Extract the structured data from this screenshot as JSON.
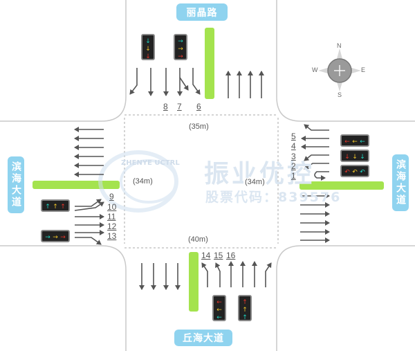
{
  "roads": {
    "north": "丽晶路",
    "south": "丘海大道",
    "west": "滨海大道",
    "east": "滨海大道"
  },
  "distances": {
    "north": "35m",
    "south": "40m",
    "west": "34m",
    "east": "34m"
  },
  "compass": {
    "n": "N",
    "s": "S",
    "e": "E",
    "w": "W"
  },
  "lane_numbers": {
    "north": [
      "8",
      "7",
      "6"
    ],
    "east": [
      "5",
      "4",
      "3",
      "2",
      "1"
    ],
    "west": [
      "9",
      "10",
      "11",
      "12",
      "13"
    ],
    "south": [
      "14",
      "15",
      "16"
    ]
  },
  "watermark": {
    "line1": "振业优控",
    "line2": "股票代码：839576",
    "badge": "ZHENYE UCTRL"
  },
  "colors": {
    "road_label_bg": "#8fd3ef",
    "median": "#a4e34e",
    "arrow": "#555555",
    "signal_green": "#1fd8c4",
    "signal_yellow": "#f3c82a",
    "signal_red": "#e8362a"
  }
}
